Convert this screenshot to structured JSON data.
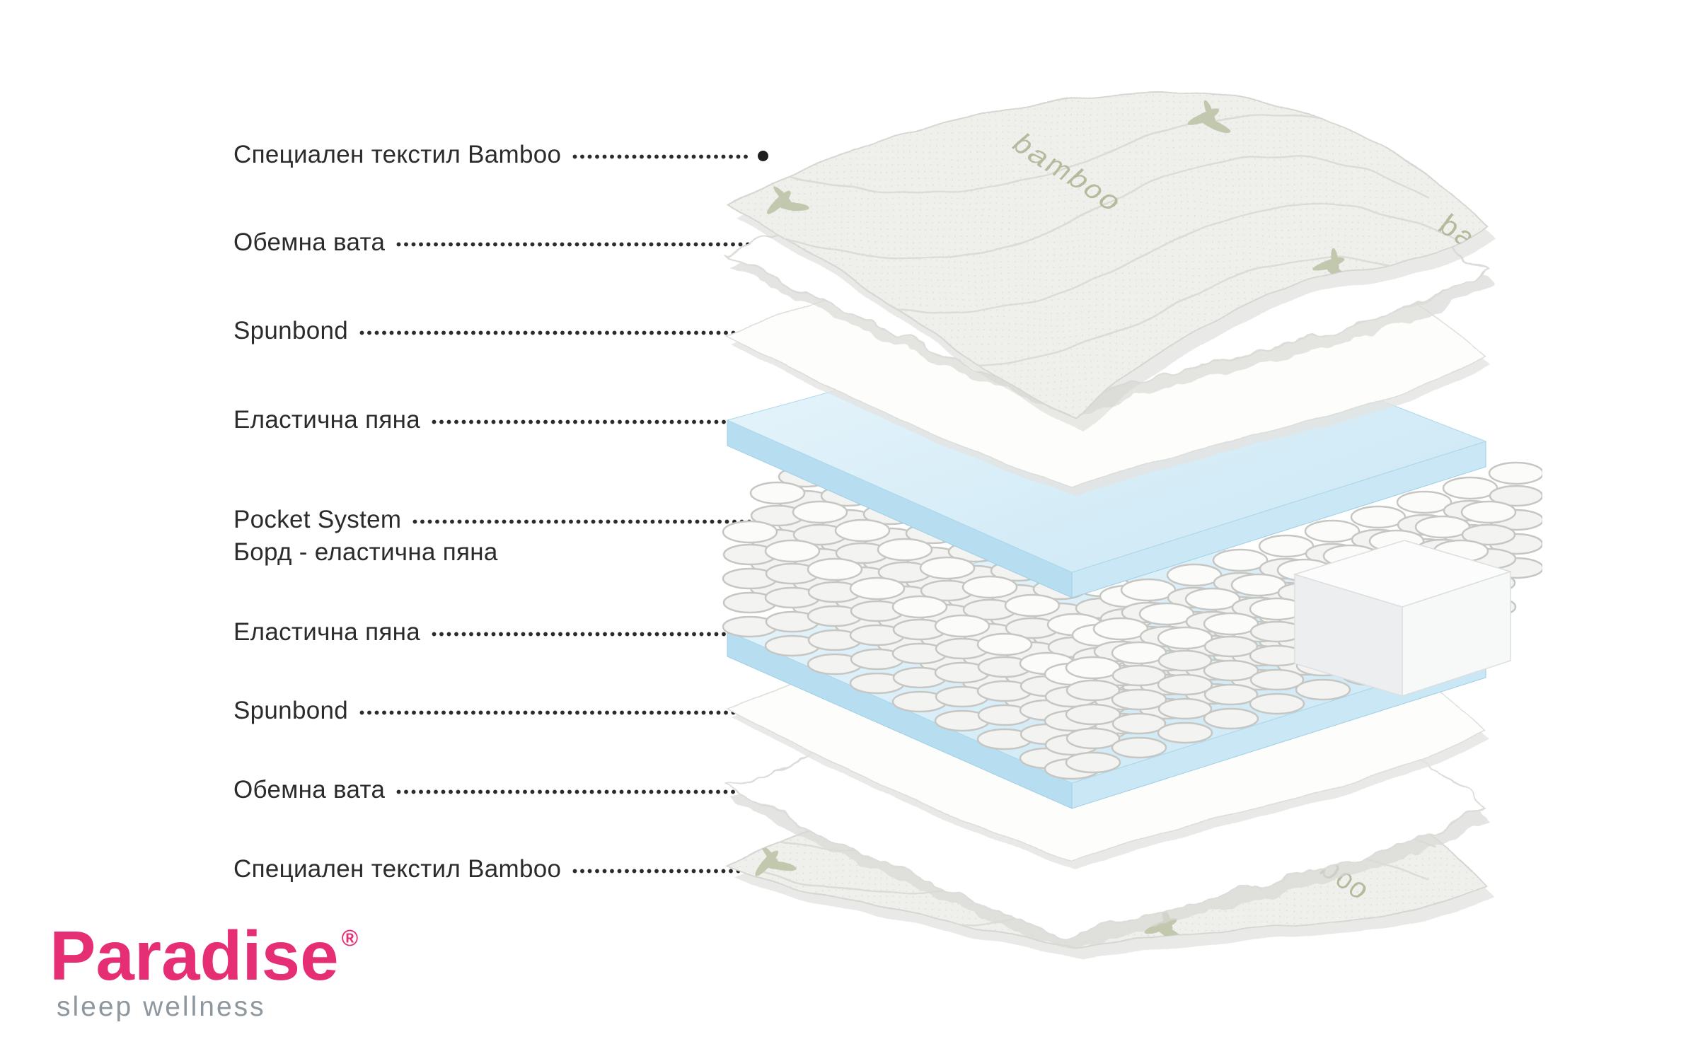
{
  "labels": [
    {
      "text": "Специален текстил Bamboo"
    },
    {
      "text": "Обемна вата"
    },
    {
      "text": "Spunbond"
    },
    {
      "text": "Еластична пяна"
    },
    {
      "text": "Pocket System",
      "line2": "Борд - еластична пяна"
    },
    {
      "text": "Еластична пяна"
    },
    {
      "text": "Spunbond"
    },
    {
      "text": "Обемна вата"
    },
    {
      "text": "Специален текстил Bamboo"
    }
  ],
  "diagram": {
    "fabric_print": "bamboo"
  },
  "logo": {
    "brand": "Paradise",
    "registered": "®",
    "tagline": "sleep wellness"
  },
  "colors": {
    "brand_pink": "#e62e74",
    "foam_blue": "#d7ecf8",
    "tagline_gray": "#8e979d",
    "label_text": "#2b2b2b",
    "leader_dot": "#1f1f1f"
  }
}
